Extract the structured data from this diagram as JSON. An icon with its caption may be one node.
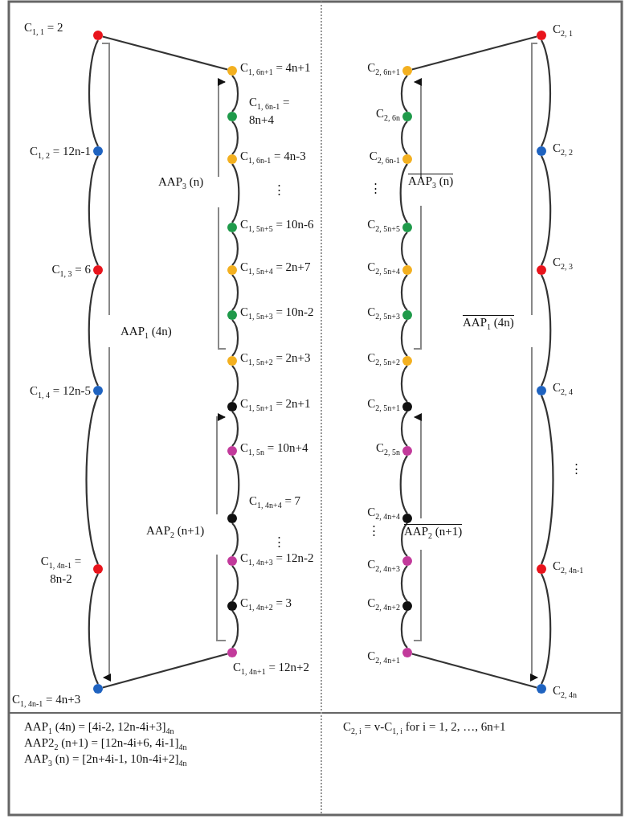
{
  "diagram": {
    "nodes": [
      {
        "text": [],
        "shape": "circle",
        "beside": [
          "C$_{1, 1}$ = 2"
        ]
      },
      {
        "text": [],
        "shape": "circle",
        "beside": [
          "C$_{1, 2}$ = 12n-1"
        ]
      },
      {
        "text": [],
        "shape": "circle",
        "beside": [
          "C$_{1, 3}$ = 6"
        ]
      },
      {
        "text": [],
        "shape": "circle",
        "beside": [
          "C$_{1, 4}$ = 12n-5"
        ]
      },
      {
        "text": [],
        "shape": "circle",
        "beside": [
          "C$_{1, 4n-1}$ = 8n-2"
        ]
      },
      {
        "text": [],
        "shape": "circle",
        "beside": [
          "C$_{1, 4n-1}$ = 4n+3"
        ]
      },
      {
        "text": [],
        "shape": "circle",
        "beside": [
          "C$_{1, 6n+1}$ = 4n+1"
        ]
      },
      {
        "text": [],
        "shape": "circle",
        "beside": [
          "C$_{1, 6n-1}$ = 8n+4"
        ]
      },
      {
        "text": [],
        "shape": "circle",
        "beside": [
          "C$_{1, 6n-1}$ = 4n-3"
        ]
      },
      {
        "text": [],
        "shape": "circle",
        "beside": [
          "C$_{1, 5n+5}$ = 10n-6"
        ]
      },
      {
        "text": [],
        "shape": "circle",
        "beside": [
          "C$_{1, 5n+4}$ = 2n+7"
        ]
      },
      {
        "text": [],
        "shape": "circle",
        "beside": [
          "C$_{1, 5n+3}$ = 10n-2"
        ]
      },
      {
        "text": [],
        "shape": "circle",
        "beside": [
          "C$_{1, 5n+2}$ = 2n+3"
        ]
      },
      {
        "text": [],
        "shape": "circle",
        "beside": [
          "C$_{1, 5n+1}$ = 2n+1"
        ]
      },
      {
        "text": [],
        "shape": "circle",
        "beside": [
          "C$_{1, 5n}$ = 10n+4"
        ]
      },
      {
        "text": [],
        "shape": "circle",
        "beside": [
          "C$_{1, 4n+4}$ = 7"
        ]
      },
      {
        "text": [],
        "shape": "circle",
        "beside": [
          "C$_{1, 4n+3}$ = 12n-2"
        ]
      },
      {
        "text": [],
        "shape": "circle",
        "beside": [
          "C$_{1, 4n+2}$ = 3"
        ]
      },
      {
        "text": [],
        "shape": "circle",
        "beside": [
          "C$_{1, 4n+1}$ = 12n+2"
        ]
      },
      {
        "text": [],
        "shape": "circle",
        "beside": [
          "C$_{2, 6n+1}$"
        ]
      },
      {
        "text": [],
        "shape": "circle",
        "beside": [
          "C$_{2, 6n}$"
        ]
      },
      {
        "text": [],
        "shape": "circle",
        "beside": [
          "C$_{2, 6n-1}$"
        ]
      },
      {
        "text": [],
        "shape": "circle",
        "beside": [
          "C$_{2, 5n+5}$"
        ]
      },
      {
        "text": [],
        "shape": "circle",
        "beside": [
          "C$_{2, 5n+4}$"
        ]
      },
      {
        "text": [],
        "shape": "circle",
        "beside": [
          "C$_{2, 5n+3}$"
        ]
      },
      {
        "text": [],
        "shape": "circle",
        "beside": [
          "C$_{2, 5n+2}$"
        ]
      },
      {
        "text": [],
        "shape": "circle",
        "beside": [
          "C$_{2, 5n+1}$"
        ]
      },
      {
        "text": [],
        "shape": "circle",
        "beside": [
          "C$_{2, 5n}$"
        ]
      },
      {
        "text": [],
        "shape": "circle",
        "beside": [
          "C$_{2, 4n+4}$"
        ]
      },
      {
        "text": [],
        "shape": "circle",
        "beside": [
          "C$_{2, 4n+3}$"
        ]
      },
      {
        "text": [],
        "shape": "circle",
        "beside": [
          "C$_{2, 4n+2}$"
        ]
      },
      {
        "text": [],
        "shape": "circle",
        "beside": [
          "C$_{2, 4n+1}$"
        ]
      },
      {
        "text": [],
        "shape": "circle",
        "beside": [
          "C$_{2, 1}$"
        ]
      },
      {
        "text": [],
        "shape": "circle",
        "beside": [
          "C$_{2, 2}$"
        ]
      },
      {
        "text": [],
        "shape": "circle",
        "beside": [
          "C$_{2, 3}$"
        ]
      },
      {
        "text": [],
        "shape": "circle",
        "beside": [
          "C$_{2, 4}$"
        ]
      },
      {
        "text": [],
        "shape": "circle",
        "beside": [
          "C$_{2, 4n-1}$"
        ]
      },
      {
        "text": [],
        "shape": "circle",
        "beside": [
          "C$_{2, 4n}$"
        ]
      }
    ],
    "edges": [
      {
        "from": 0,
        "to": 1,
        "arrow": "none"
      },
      {
        "from": 1,
        "to": 2,
        "arrow": "none"
      },
      {
        "from": 2,
        "to": 3,
        "arrow": "none"
      },
      {
        "from": 3,
        "to": 4,
        "arrow": "none"
      },
      {
        "from": 4,
        "to": 5,
        "arrow": "none"
      },
      {
        "from": 0,
        "to": 6,
        "arrow": "none"
      },
      {
        "from": 6,
        "to": 7,
        "arrow": "none"
      },
      {
        "from": 7,
        "to": 8,
        "arrow": "none"
      },
      {
        "from": 8,
        "to": 9,
        "arrow": "none"
      },
      {
        "from": 9,
        "to": 10,
        "arrow": "none"
      },
      {
        "from": 10,
        "to": 11,
        "arrow": "none"
      },
      {
        "from": 11,
        "to": 12,
        "arrow": "none"
      },
      {
        "from": 12,
        "to": 13,
        "arrow": "none"
      },
      {
        "from": 13,
        "to": 14,
        "arrow": "none"
      },
      {
        "from": 14,
        "to": 15,
        "arrow": "none"
      },
      {
        "from": 15,
        "to": 16,
        "arrow": "none"
      },
      {
        "from": 16,
        "to": 17,
        "arrow": "none"
      },
      {
        "from": 17,
        "to": 18,
        "arrow": "none"
      },
      {
        "from": 18,
        "to": 5,
        "arrow": "none"
      },
      {
        "from": 32,
        "to": 19,
        "arrow": "none"
      },
      {
        "from": 19,
        "to": 20,
        "arrow": "none"
      },
      {
        "from": 20,
        "to": 21,
        "arrow": "none"
      },
      {
        "from": 21,
        "to": 22,
        "arrow": "none"
      },
      {
        "from": 22,
        "to": 23,
        "arrow": "none"
      },
      {
        "from": 23,
        "to": 24,
        "arrow": "none"
      },
      {
        "from": 24,
        "to": 25,
        "arrow": "none"
      },
      {
        "from": 25,
        "to": 26,
        "arrow": "none"
      },
      {
        "from": 26,
        "to": 27,
        "arrow": "none"
      },
      {
        "from": 27,
        "to": 28,
        "arrow": "none"
      },
      {
        "from": 28,
        "to": 29,
        "arrow": "none"
      },
      {
        "from": 29,
        "to": 30,
        "arrow": "none"
      },
      {
        "from": 30,
        "to": 31,
        "arrow": "none"
      },
      {
        "from": 31,
        "to": 37,
        "arrow": "none"
      },
      {
        "from": 32,
        "to": 33,
        "arrow": "none"
      },
      {
        "from": 33,
        "to": 34,
        "arrow": "none"
      },
      {
        "from": 34,
        "to": 35,
        "arrow": "none"
      },
      {
        "from": 35,
        "to": 36,
        "arrow": "none"
      },
      {
        "from": 36,
        "to": 37,
        "arrow": "none"
      }
    ],
    "labels": [
      "AAP$_{3}$ (n)",
      "AAP$_{3}$ (n)",
      "⋮",
      "⋮",
      "AAP$_{1}$ (4n)",
      "AAP$_{1}$ (4n)",
      "⋮",
      "AAP$_{2}$ (n+1)",
      "AAP$_{2}$ (n+1)",
      "⋮",
      "⋮",
      "AAP$_{1}$ (4n) = [4i-2, 12n-4i+3]$_{4n}$",
      "AAP2$_{2}$ (n+1) = [12n-4i+6, 4i-1]$_{4n}$",
      "AAP$_{3}$ (n) = [2n+4i-1, 10n-4i+2]$_{4n}$",
      "C$_{2, i}$ = v-C$_{1, i}$ for i = 1, 2, …, 6n+1"
    ]
  }
}
